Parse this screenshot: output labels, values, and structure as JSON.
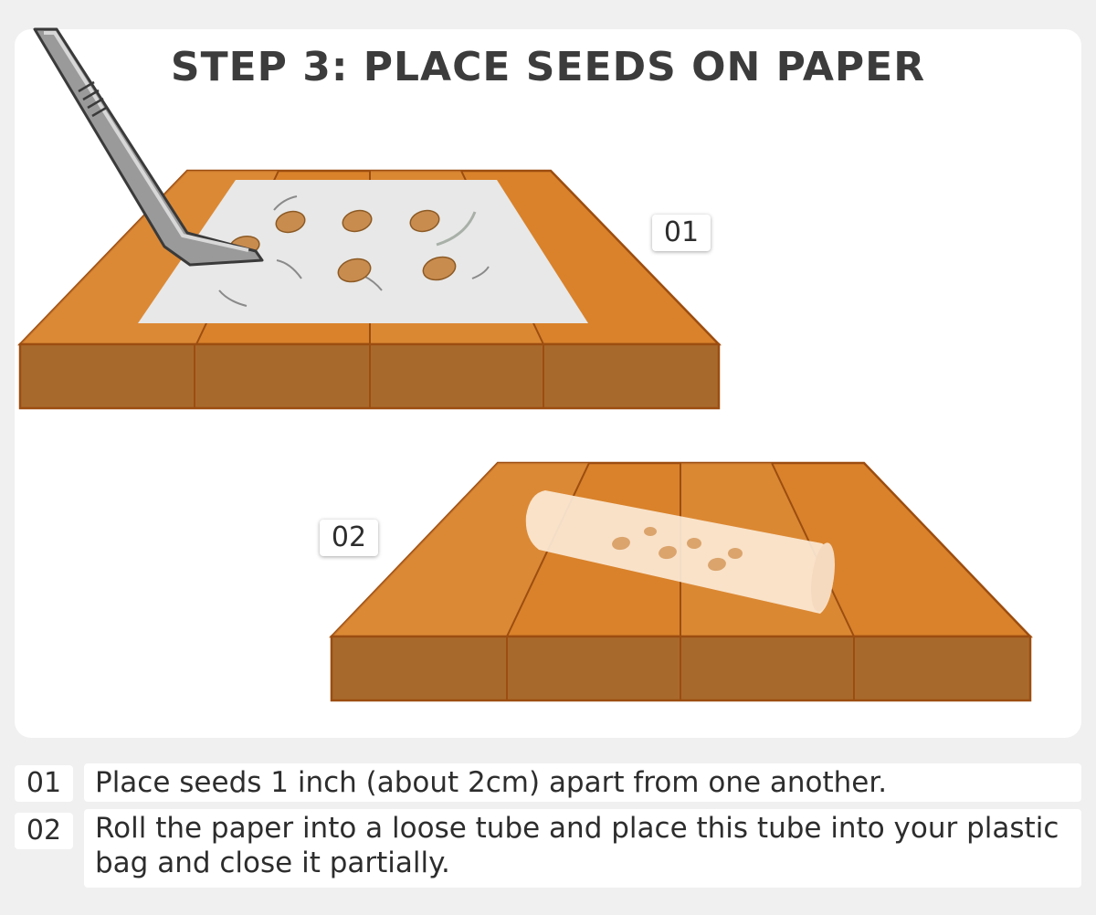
{
  "title": "STEP 3: PLACE SEEDS ON PAPER",
  "illustrations": [
    {
      "number": "01",
      "description_icon": "tweezers-placing-seeds-on-paper"
    },
    {
      "number": "02",
      "description_icon": "rolled-paper-tube-on-board"
    }
  ],
  "steps": [
    {
      "number": "01",
      "text": "Place seeds 1 inch (about 2cm) apart from one another."
    },
    {
      "number": "02",
      "text": "Roll the paper into a loose tube and place this tube into your plastic bag and close it partially."
    }
  ],
  "colors": {
    "background": "#f0f0f0",
    "card": "#ffffff",
    "board_top": "#d9822b",
    "board_side": "#a86a2c",
    "board_outline": "#9c4d10",
    "paper": "#e8e8e8",
    "seed": "#c98c4f",
    "text": "#3c3c3c"
  }
}
